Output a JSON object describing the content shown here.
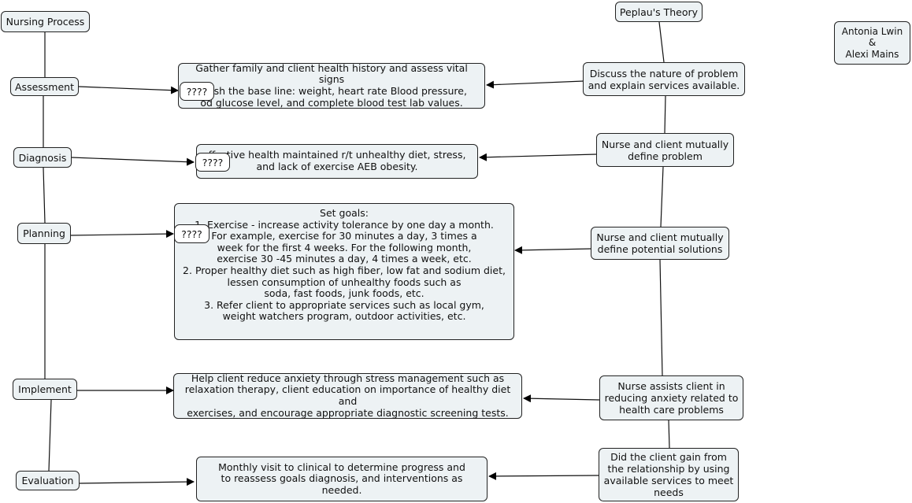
{
  "nursing_process": {
    "title": "Nursing Process",
    "steps": [
      "Assessment",
      "Diagnosis",
      "Planning",
      "Implement",
      "Evaluation"
    ]
  },
  "peplau": {
    "title": "Peplau's Theory",
    "phases": [
      "Discuss the nature of problem\nand explain services available.",
      "Nurse and client mutually\ndefine problem",
      "Nurse and client mutually\ndefine potential solutions",
      "Nurse assists client in\nreducing anxiety related to\nhealth care problems",
      "Did the client gain from\nthe relationship by using\navailable services to meet\nneeds"
    ]
  },
  "content": {
    "assessment": "Gather family and client health history and assess vital signs\n    ablish the base line: weight, heart rate Blood pressure,\n    od glucose level, and complete blood test lab values.",
    "diagnosis": "     ffective health maintained r/t unhealthy diet, stress,\nand lack of exercise AEB obesity.",
    "planning": "Set goals:\n1.    Exercise - increase activity tolerance by one day a month.\nFor example, exercise for 30 minutes a day, 3 times a\nweek for the first 4 weeks. For the following month,\nexercise 30 -45 minutes a day, 4 times a week, etc.\n2.    Proper healthy diet such as high fiber, low fat and sodium diet,\nlessen consumption of unhealthy foods such as\nsoda, fast foods, junk foods, etc.\n3.    Refer client to appropriate services such as local gym,\nweight watchers program, outdoor activities, etc.",
    "implement": "Help client reduce anxiety through stress management such as\nrelaxation therapy, client education on importance of healthy diet and\nexercises, and encourage appropriate diagnostic screening tests.",
    "evaluation": "Monthly visit to clinical to determine progress and\nto reassess goals diagnosis, and interventions as needed."
  },
  "hidden_labels": [
    "????",
    "????",
    "????"
  ],
  "authors": "Antonia Lwin\n&\nAlexi Mains"
}
